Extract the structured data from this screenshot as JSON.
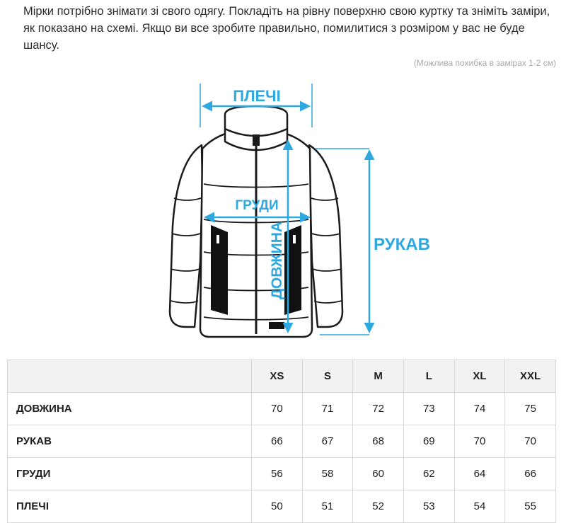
{
  "intro": "Мірки потрібно знімати зі свого одягу. Покладіть на рівну поверхню свою куртку та зніміть заміри, як показано на схемі. Якщо ви все зробите правильно, помилитися з розміром у вас не буде шансу.",
  "note": "(Можлива похибка в замірах 1-2 см)",
  "diagram": {
    "labels": {
      "shoulders": "ПЛЕЧІ",
      "chest": "ГРУДИ",
      "sleeve": "РУКАВ",
      "length": "ДОВЖИНА"
    },
    "icon": "puffer-jacket-icon",
    "accent_color": "#2ea9e0"
  },
  "table": {
    "sizes": [
      "XS",
      "S",
      "M",
      "L",
      "XL",
      "XXL"
    ],
    "rows": [
      {
        "label": "ДОВЖИНА",
        "values": [
          "70",
          "71",
          "72",
          "73",
          "74",
          "75"
        ]
      },
      {
        "label": "РУКАВ",
        "values": [
          "66",
          "67",
          "68",
          "69",
          "70",
          "70"
        ]
      },
      {
        "label": "ГРУДИ",
        "values": [
          "56",
          "58",
          "60",
          "62",
          "64",
          "66"
        ]
      },
      {
        "label": "ПЛЕЧІ",
        "values": [
          "50",
          "51",
          "52",
          "53",
          "54",
          "55"
        ]
      }
    ]
  }
}
